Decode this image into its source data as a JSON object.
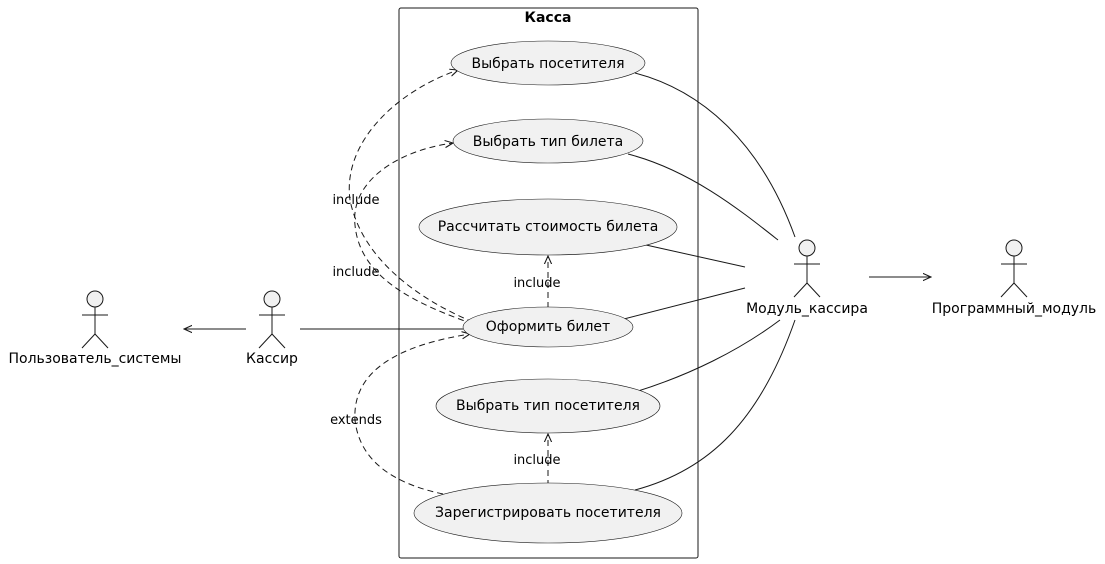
{
  "system": {
    "title": "Касса"
  },
  "actors": {
    "user": "Пользователь_системы",
    "cashier": "Кассир",
    "module": "Модуль_кассира",
    "program": "Программный_модуль"
  },
  "use_cases": {
    "choose_visitor": "Выбрать посетителя",
    "choose_ticket_type": "Выбрать тип билета",
    "calc_price": "Рассчитать стоимость билета",
    "issue_ticket": "Оформить билет",
    "choose_visitor_type": "Выбрать тип посетителя",
    "register_visitor": "Зарегистрировать посетителя"
  },
  "relations": {
    "include_1": "include",
    "include_2": "include",
    "include_3": "include",
    "include_4": "include",
    "extends": "extends"
  }
}
